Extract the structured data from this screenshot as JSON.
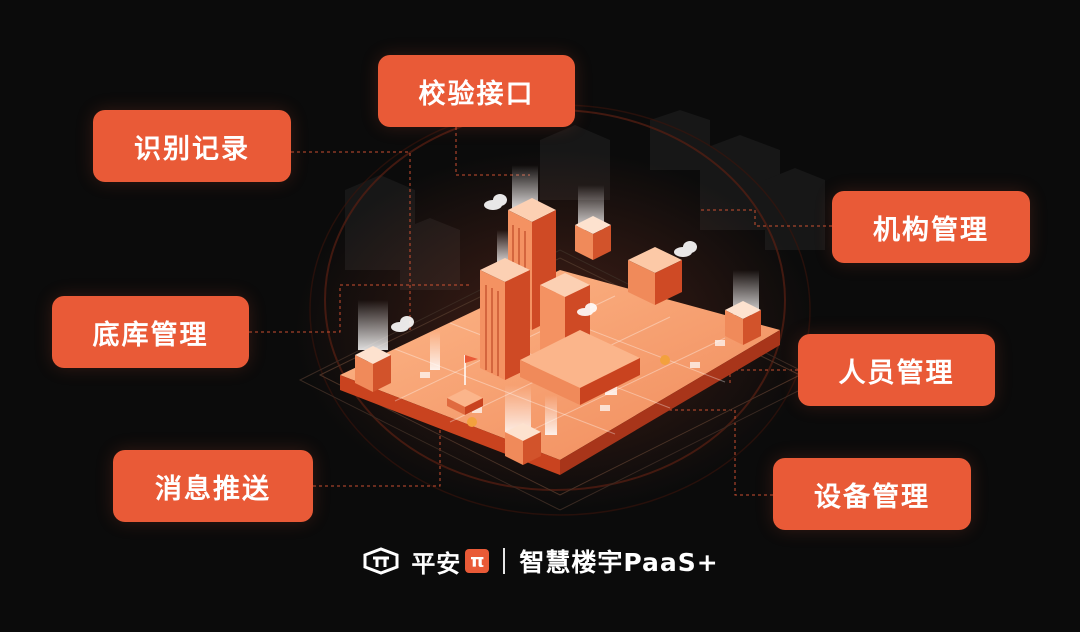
{
  "labels": {
    "verify_interface": "校验接口",
    "recognition_records": "识别记录",
    "org_management": "机构管理",
    "base_library_management": "底库管理",
    "personnel_management": "人员管理",
    "message_push": "消息推送",
    "device_management": "设备管理"
  },
  "footer": {
    "brand": "平安",
    "brand_badge": "π",
    "product": "智慧楼宇PaaS+"
  },
  "colors": {
    "background": "#0b0b0b",
    "accent": "#e95a37",
    "building_light": "#f7a86b",
    "building_dark": "#c9431f"
  },
  "icons": [
    "pingan-logo-icon",
    "cloud-icon",
    "flag-icon",
    "coin-icon"
  ]
}
